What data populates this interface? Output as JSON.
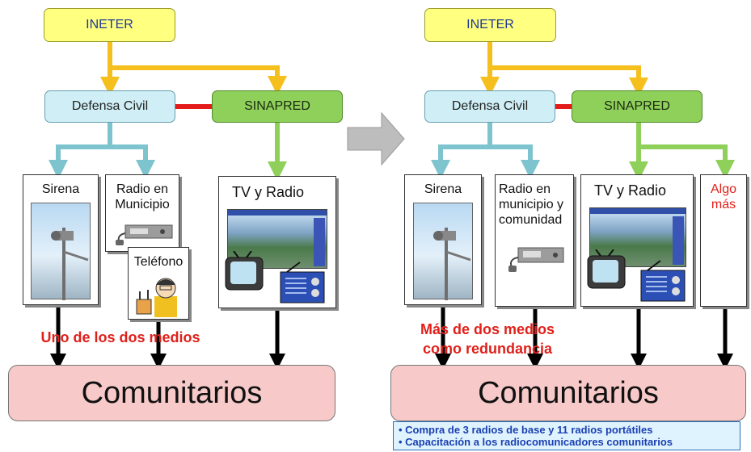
{
  "left": {
    "ineter": "INETER",
    "defensa": "Defensa Civil",
    "sinapred": "SINAPRED",
    "sirena": "Sirena",
    "radio": "Radio en Municipio",
    "telefono": "Teléfono",
    "tv": "TV y Radio",
    "medios": "Uno de los dos medios",
    "comunitarios": "Comunitarios"
  },
  "right": {
    "ineter": "INETER",
    "defensa": "Defensa Civil",
    "sinapred": "SINAPRED",
    "sirena": "Sirena",
    "radio": "Radio en municipio y comunidad",
    "tv": "TV y Radio",
    "algo": "Algo más",
    "medios_line1": "Más de dos medios",
    "medios_line2": "como redundancia",
    "comunitarios": "Comunitarios",
    "notes": [
      "• Compra de 3 radios de base y 11 radios portátiles",
      "• Capacitación a los radiocomunicadores comunitarios"
    ]
  },
  "colors": {
    "yellow_arrow": "#f5bf1e",
    "blue_arrow": "#7ec4cf",
    "green_arrow": "#8fd05a",
    "red_link": "#e31b1b",
    "black_arrow": "#000000"
  },
  "icons": [
    "siren-photo",
    "radio-unit-icon",
    "telephone-person-icon",
    "tv-weather-screen",
    "television-icon",
    "radio-receiver-icon",
    "transition-arrow-icon"
  ]
}
